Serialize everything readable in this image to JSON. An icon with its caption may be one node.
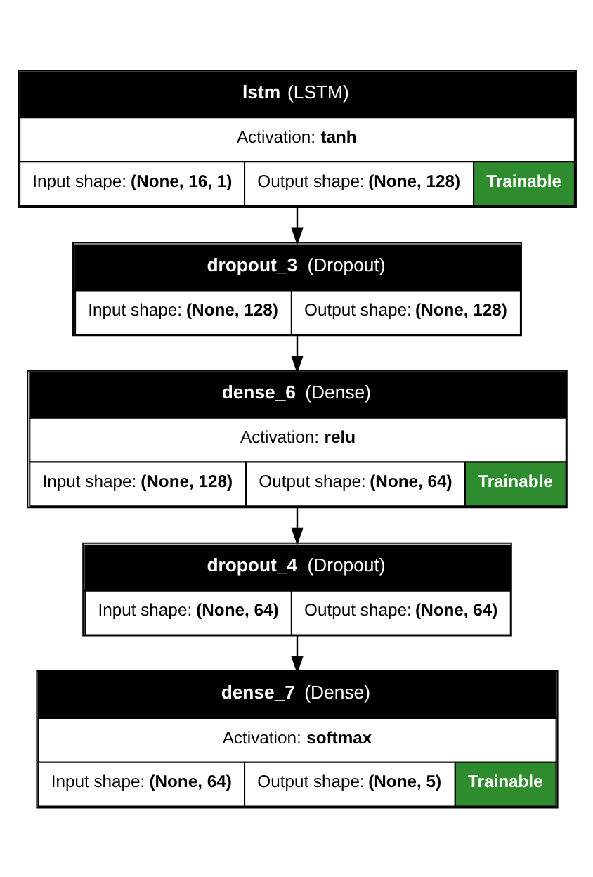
{
  "diagram": {
    "nodes": [
      {
        "text": [
          "**lstm** (LSTM)",
          "Activation: **tanh**",
          "Input shape: **(None, 16, 1)**",
          "Output shape: **(None, 128)**",
          "Trainable"
        ]
      },
      {
        "text": [
          "**dropout_3** (Dropout)",
          "Input shape: **(None, 128)**",
          "Output shape: **(None, 128)**"
        ]
      },
      {
        "text": [
          "**dense_6** (Dense)",
          "Activation: **relu**",
          "Input shape: **(None, 128)**",
          "Output shape: **(None, 64)**",
          "Trainable"
        ]
      },
      {
        "text": [
          "**dropout_4** (Dropout)",
          "Input shape: **(None, 64)**",
          "Output shape: **(None, 64)**"
        ]
      },
      {
        "text": [
          "**dense_7** (Dense)",
          "Activation: **softmax**",
          "Input shape: **(None, 64)**",
          "Output shape: **(None, 5)**",
          "Trainable"
        ]
      }
    ],
    "edges": [
      {
        "from": 0,
        "to": 1,
        "arrow": "to"
      },
      {
        "from": 1,
        "to": 2,
        "arrow": "to"
      },
      {
        "from": 2,
        "to": 3,
        "arrow": "to"
      },
      {
        "from": 3,
        "to": 4,
        "arrow": "to"
      }
    ]
  }
}
